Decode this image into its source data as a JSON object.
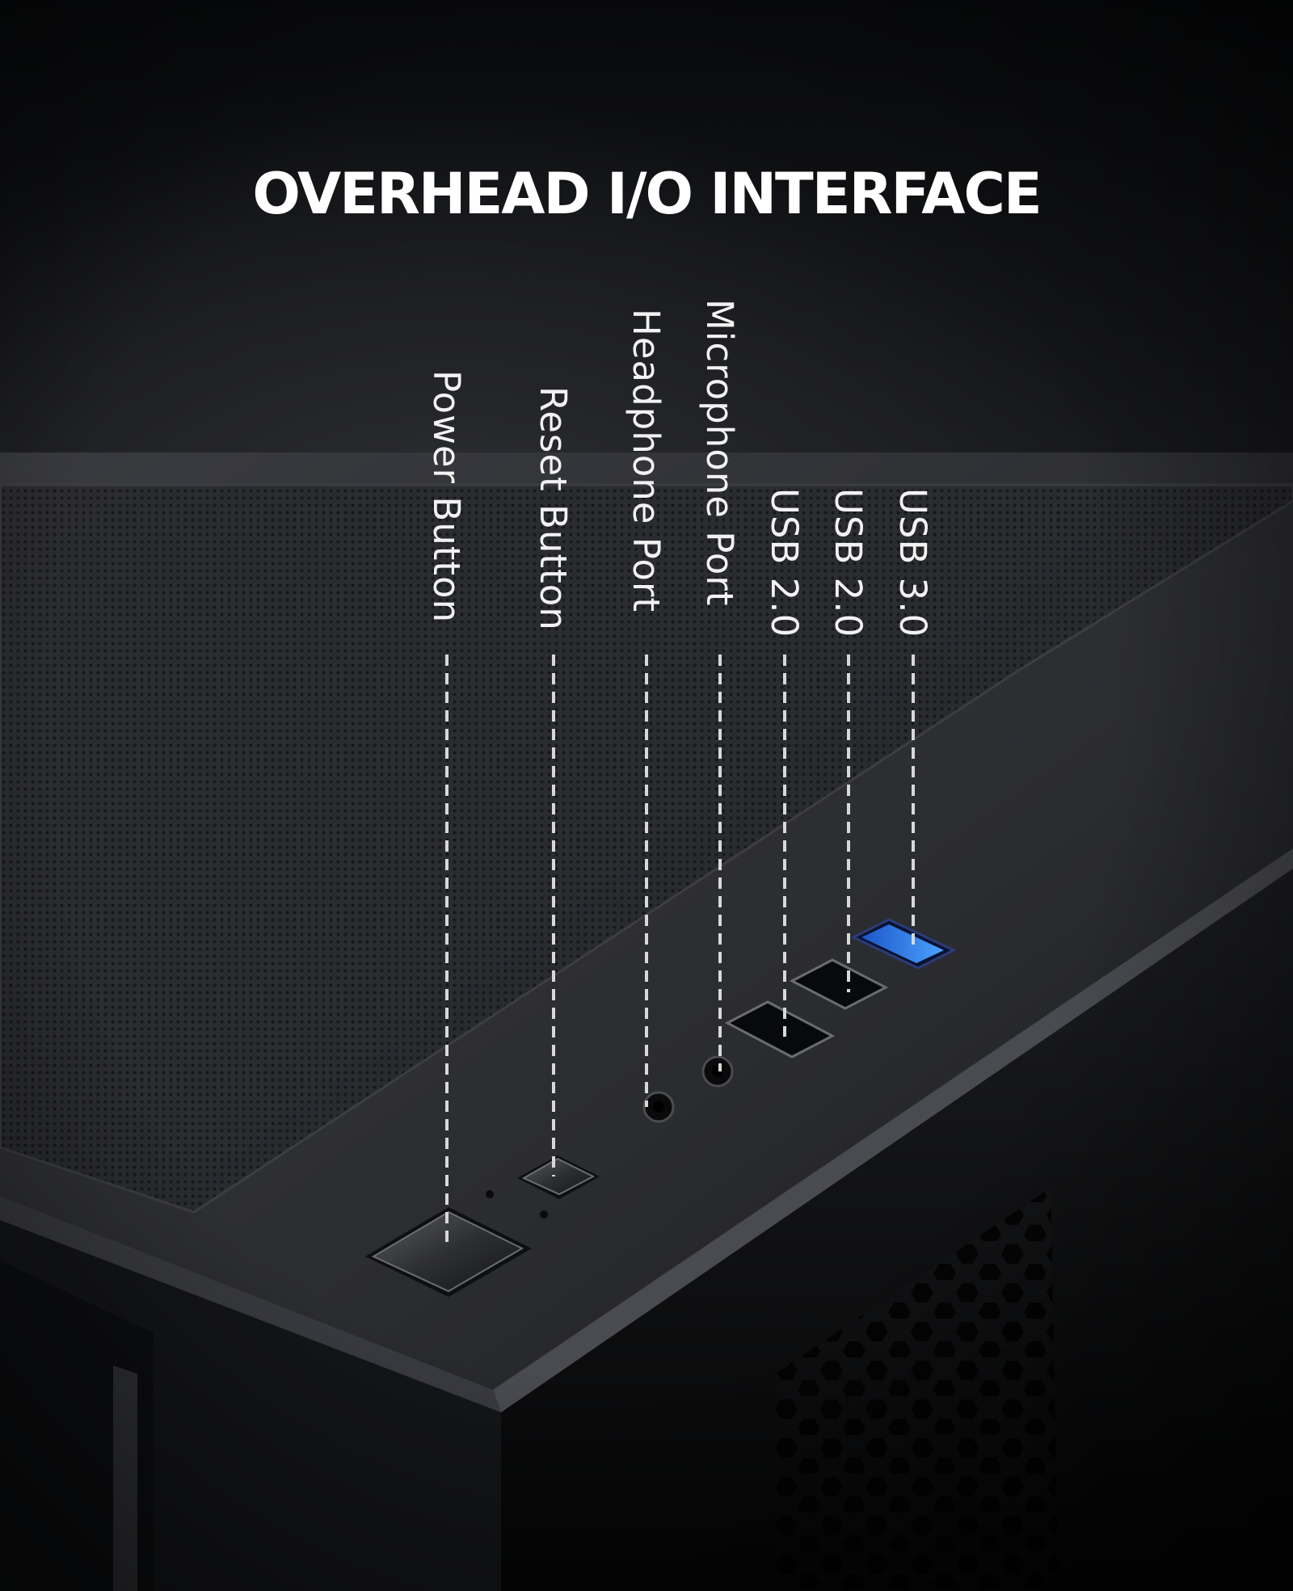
{
  "title": "OVERHEAD I/O INTERFACE",
  "callouts": [
    {
      "label": "Power Button"
    },
    {
      "label": "Reset Button"
    },
    {
      "label": "Headphone Port"
    },
    {
      "label": "Microphone Port"
    },
    {
      "label": "USB 2.0"
    },
    {
      "label": "USB 2.0"
    },
    {
      "label": "USB 3.0"
    }
  ],
  "colors": {
    "usb3_accent": "#2f7cf0",
    "text": "#ffffff",
    "leader_line": "#d8d8d8"
  },
  "icons": [
    "power-button-icon",
    "reset-button-icon",
    "headphone-jack-icon",
    "microphone-jack-icon",
    "usb-2-port-icon",
    "usb-3-port-icon"
  ]
}
